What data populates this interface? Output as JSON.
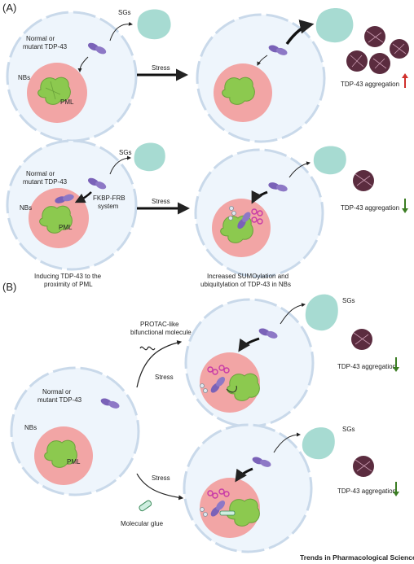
{
  "panels": {
    "a_label": "(A)",
    "b_label": "(B)"
  },
  "labels": {
    "sgs": "SGs",
    "nbs": "NBs",
    "pml": "PML",
    "normal_or": "Normal or",
    "mutant_tdp43": "mutant TDP-43",
    "stress": "Stress",
    "tdp43_aggregation": "TDP-43 aggregation",
    "fkbp_frb_line1": "FKBP-FRB",
    "fkbp_frb_line2": "system",
    "inducing_line1": "Inducing TDP-43 to the",
    "inducing_line2": "proximity of PML",
    "increased_line1": "Increased SUMOylation and",
    "increased_line2": "ubiquitylation of TDP-43 in NBs",
    "protac_line1": "PROTAC-like",
    "protac_line2": "bifunctional molecule",
    "molecular_glue": "Molecular glue"
  },
  "footer": "Trends in Pharmacological Sciences",
  "colors": {
    "cell_fill": "#eef5fc",
    "cell_membrane": "#c9d9ea",
    "nucleus": "#f2a5a5",
    "pml": "#8cc94f",
    "sg": "#a7dbd2",
    "tdp43": "#7a62b8",
    "sumo": "#c83aa7",
    "aggregate": "#5b2c3f",
    "arrow_up": "#d0312d",
    "arrow_down": "#3b7d23"
  },
  "aggregation_trend": {
    "panel_a_control": "increase",
    "panel_a_fkbp_frb": "decrease",
    "panel_b_protac": "decrease",
    "panel_b_glue": "decrease"
  }
}
